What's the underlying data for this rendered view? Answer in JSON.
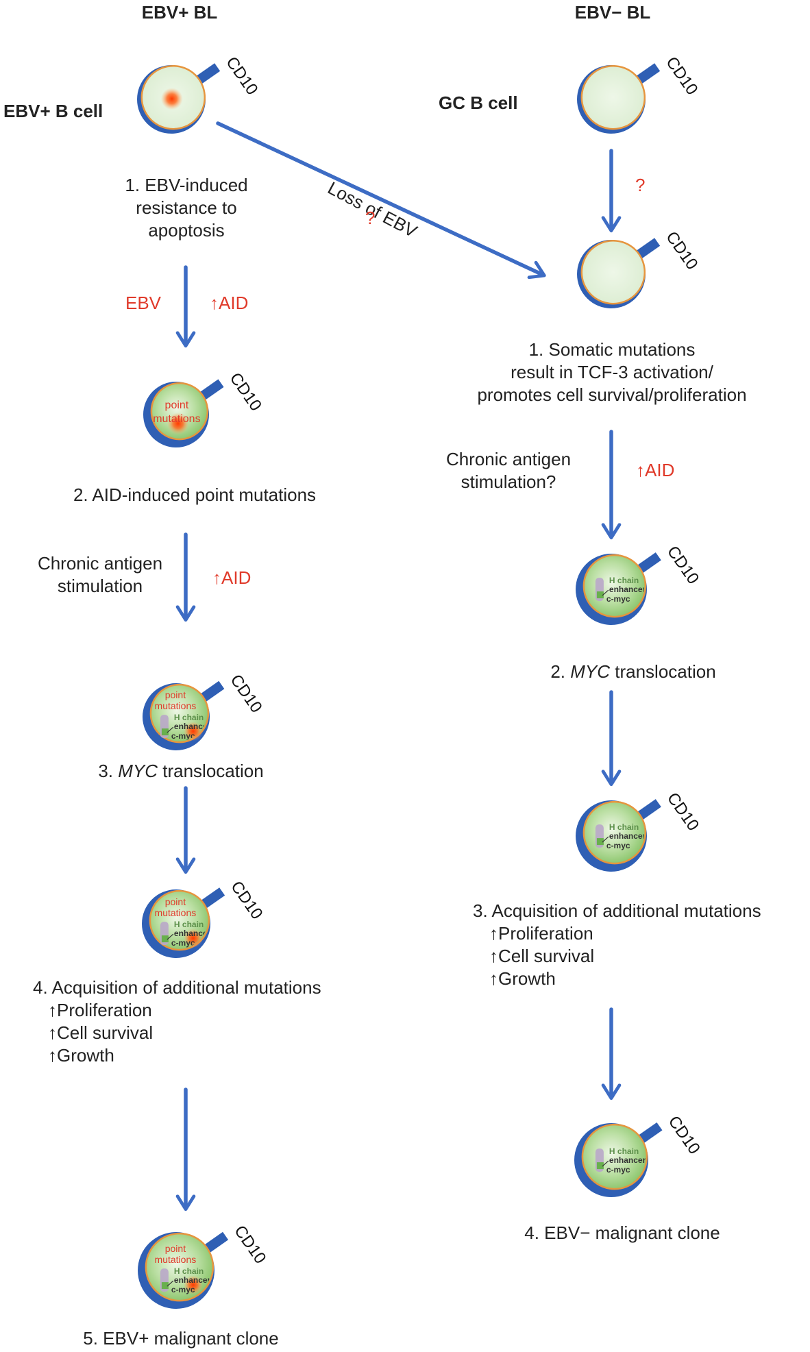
{
  "columns": {
    "left_title": "EBV+ BL",
    "right_title": "EBV− BL"
  },
  "cell_names": {
    "left": "EBV+ B cell",
    "right": "GC B cell"
  },
  "marker": "CD10",
  "inner_labels": {
    "point": "point",
    "mutations": "mutations",
    "h_chain": "H chain",
    "enhancer": "enhancer",
    "cmyc": "c-myc"
  },
  "cross_arrow": {
    "label": "Loss of EBV",
    "question": "?"
  },
  "left": {
    "step1": [
      "1. EBV-induced",
      "resistance to",
      "apoptosis"
    ],
    "arrow1": {
      "left_text": "EBV",
      "right_text": "↑AID"
    },
    "step2": "2. AID-induced point mutations",
    "arrow2": {
      "left_text": [
        "Chronic antigen",
        "stimulation"
      ],
      "right_text": "↑AID"
    },
    "step3": {
      "num": "3. ",
      "gene": "MYC",
      "rest": " translocation"
    },
    "step4": [
      "4. Acquisition of additional mutations",
      "↑Proliferation",
      "↑Cell survival",
      "↑Growth"
    ],
    "step5": "5. EBV+ malignant clone"
  },
  "right": {
    "arrow0": {
      "right_text": "?"
    },
    "step1": [
      "1. Somatic mutations",
      "result in TCF-3 activation/",
      "promotes cell survival/proliferation"
    ],
    "arrow1": {
      "left_text": [
        "Chronic antigen",
        "stimulation?"
      ],
      "right_text": "↑AID"
    },
    "step2": {
      "num": "2. ",
      "gene": "MYC",
      "rest": " translocation"
    },
    "step3": [
      "3. Acquisition of additional mutations",
      "↑Proliferation",
      "↑Cell survival",
      "↑Growth"
    ],
    "step4": "4. EBV− malignant clone"
  },
  "colors": {
    "arrow": "#3d6cc4",
    "annotation_red": "#e03a2a",
    "cell_fill_light": "#e4f1dc",
    "cell_fill_green": "#9ccf7f",
    "membrane_blue": "#2f5fb4",
    "membrane_orange": "#e6953e",
    "nucleus_orange": "#ff6a22"
  }
}
